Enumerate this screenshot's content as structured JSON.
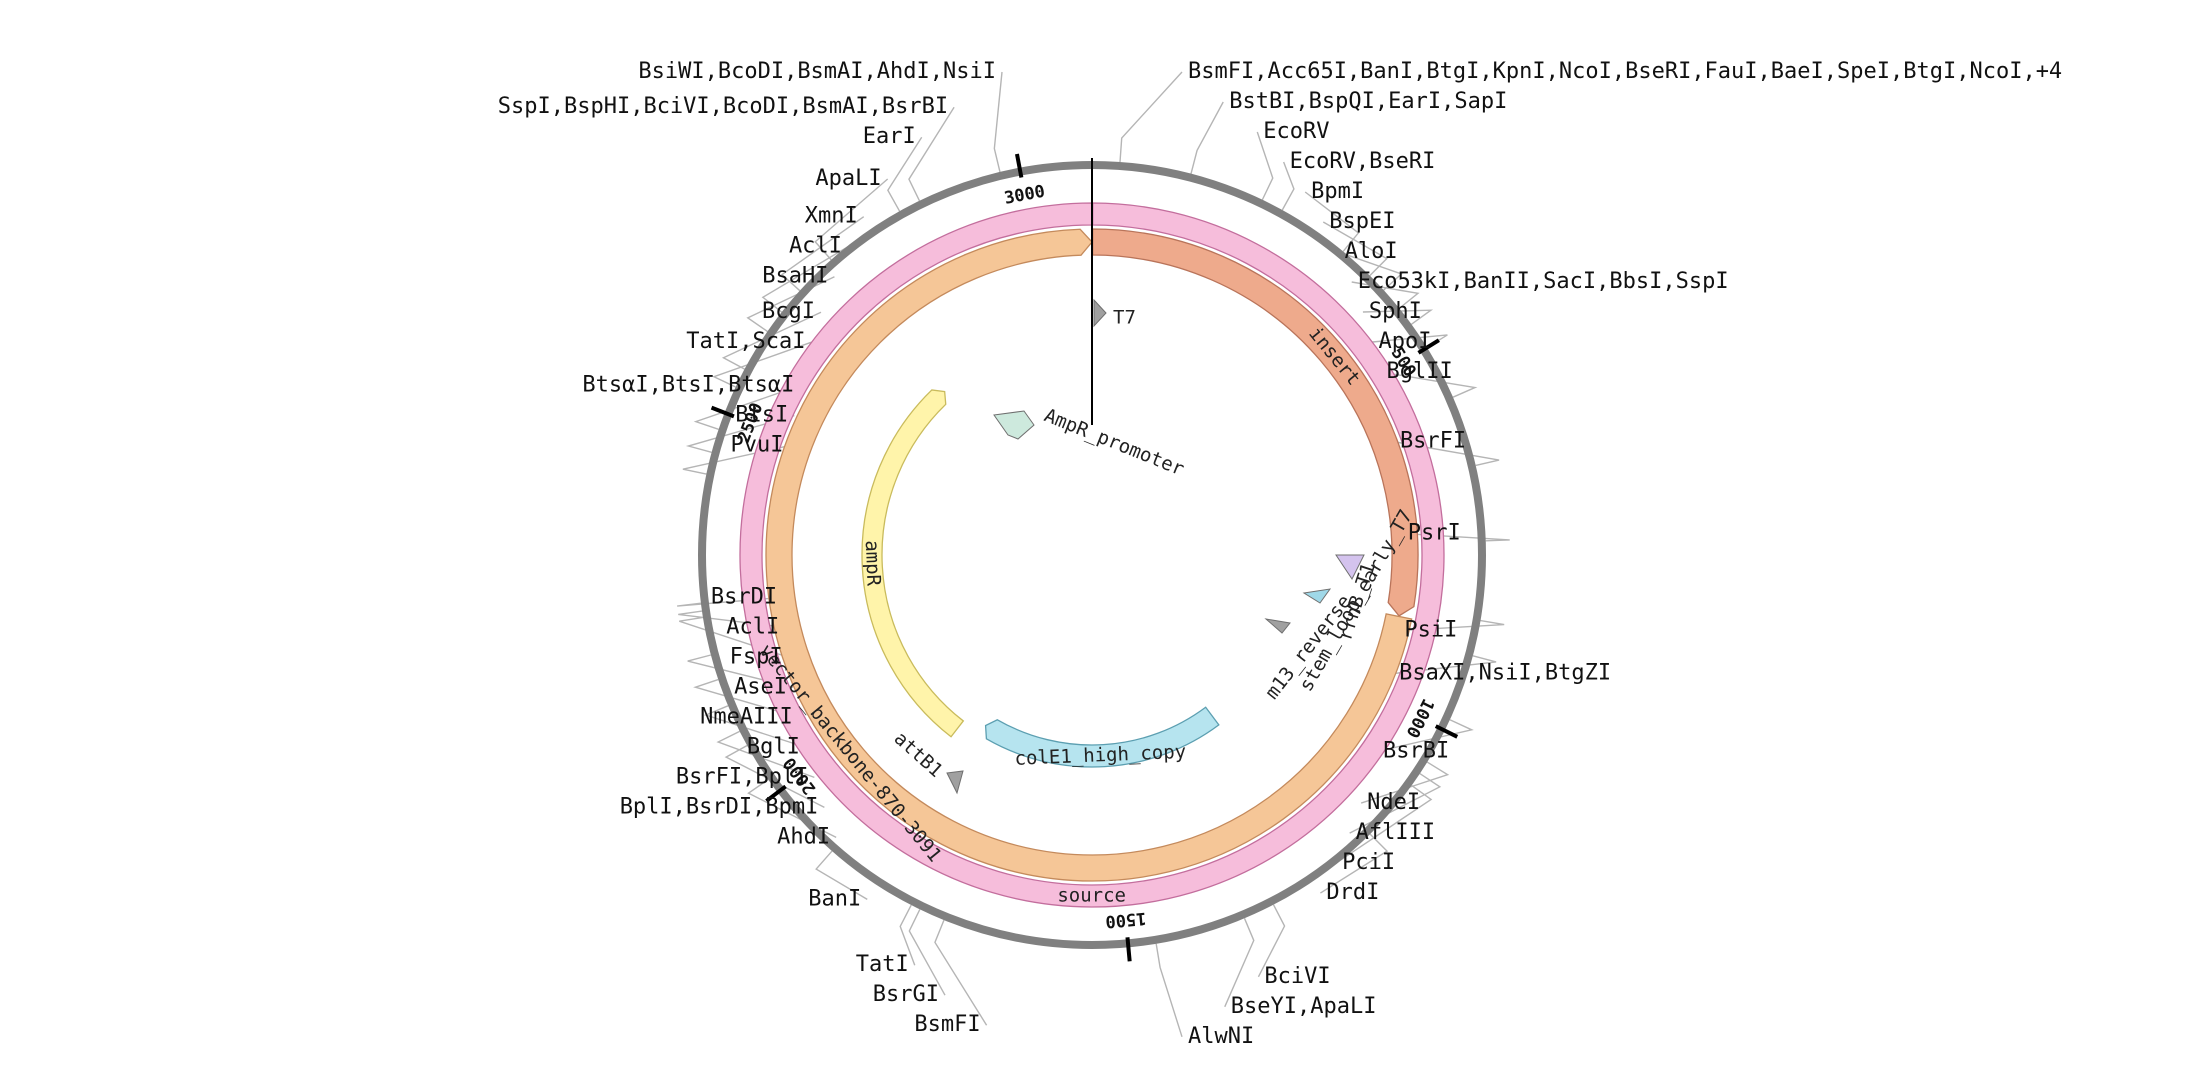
{
  "sequence_length": 3091,
  "colors": {
    "backbone_ring": "#808080",
    "source": "#f6bddb",
    "vector_backbone": "#f5c697",
    "insert": "#eeaa8c",
    "ampR": "#fff4aa",
    "colE1_high_copy": "#b6e4ef",
    "AmpR_promoter": "#cde9dd",
    "T7": "#a0a0a0",
    "rrnB_T1": "#d4c3ee",
    "stem_loop_early_T7": "#9fd8e8",
    "m13_reverse": "#a0a0a0",
    "attB1": "#a0a0a0",
    "leader_line": "#b5b5b5"
  },
  "ticks": [
    {
      "position": 500,
      "label": "500"
    },
    {
      "position": 1000,
      "label": "1000"
    },
    {
      "position": 1500,
      "label": "1500"
    },
    {
      "position": 2000,
      "label": "2000"
    },
    {
      "position": 2500,
      "label": "2500"
    },
    {
      "position": 3000,
      "label": "3000"
    }
  ],
  "features": [
    {
      "id": "source",
      "label": "source",
      "type": "arc",
      "track": "source",
      "start": 1,
      "end": 3091
    },
    {
      "id": "insert",
      "label": "insert",
      "type": "arc",
      "track": "inner",
      "start": 1,
      "end": 869,
      "arrow": "end"
    },
    {
      "id": "vector-backbone",
      "label": "vector_backbone-870-3091",
      "type": "arc",
      "track": "inner",
      "start": 870,
      "end": 3091,
      "arrow": "end"
    },
    {
      "id": "ampR",
      "label": "ampR",
      "type": "arc",
      "track": "third",
      "start": 1870,
      "end": 2730,
      "arrow": "end"
    },
    {
      "id": "colE1-high-copy",
      "label": "colE1_high_copy",
      "type": "arc",
      "track": "fourth",
      "start": 1230,
      "end": 1820,
      "arrow": "end"
    },
    {
      "id": "AmpR-promoter",
      "label": "AmpR_promoter",
      "type": "marker",
      "position": 2910
    },
    {
      "id": "T7",
      "label": "T7",
      "type": "marker",
      "position": 8
    },
    {
      "id": "rrnB-T1",
      "label": "rrnB_T1",
      "type": "marker",
      "position": 800
    },
    {
      "id": "stem-loop-early-T7",
      "label": "stem_loop_early_T7",
      "type": "marker",
      "position": 830
    },
    {
      "id": "m13-reverse",
      "label": "m13_reverse",
      "type": "marker",
      "position": 885
    },
    {
      "id": "attB1",
      "label": "attB1",
      "type": "marker",
      "position": 2010
    }
  ],
  "sites": [
    {
      "label": "BsmFI,Acc65I,BanI,BtgI,KpnI,NcoI,BseRI,FauI,BaeI,SpeI,BtgI,NcoI,+4",
      "position": 35
    },
    {
      "label": "BstBI,BspQI,EarI,SapI",
      "position": 125
    },
    {
      "label": "EcoRV",
      "position": 220
    },
    {
      "label": "EcoRV,BseRI",
      "position": 248
    },
    {
      "label": "BpmI",
      "position": 340
    },
    {
      "label": "BspEI",
      "position": 385
    },
    {
      "label": "AloI",
      "position": 410
    },
    {
      "label": "Eco53kI,BanII,SacI,BbsI,SspI",
      "position": 440
    },
    {
      "label": "SphI",
      "position": 465
    },
    {
      "label": "ApoI",
      "position": 500
    },
    {
      "label": "BglII",
      "position": 570
    },
    {
      "label": "BsrFI",
      "position": 660
    },
    {
      "label": "PsrI",
      "position": 755
    },
    {
      "label": "PsiI",
      "position": 855
    },
    {
      "label": "BsaXI,NsiI,BtgZI",
      "position": 900
    },
    {
      "label": "BsrBI",
      "position": 985
    },
    {
      "label": "NdeI",
      "position": 1045
    },
    {
      "label": "AflIII",
      "position": 1062
    },
    {
      "label": "PciI",
      "position": 1080
    },
    {
      "label": "DrdI",
      "position": 1160
    },
    {
      "label": "BciVI",
      "position": 1310
    },
    {
      "label": "BseYI,ApaLI",
      "position": 1350
    },
    {
      "label": "AlwNI",
      "position": 1465
    },
    {
      "label": "BsmFI",
      "position": 1735
    },
    {
      "label": "BsrGI",
      "position": 1768
    },
    {
      "label": "TatI",
      "position": 1780
    },
    {
      "label": "BanI",
      "position": 1900
    },
    {
      "label": "AhdI",
      "position": 2020
    },
    {
      "label": "BplI,BsrDI,BpmI",
      "position": 2070
    },
    {
      "label": "BsrFI,BplI",
      "position": 2090
    },
    {
      "label": "BglI",
      "position": 2125
    },
    {
      "label": "NmeAIII",
      "position": 2160
    },
    {
      "label": "AseI",
      "position": 2192
    },
    {
      "label": "FspI",
      "position": 2240
    },
    {
      "label": "AclI",
      "position": 2248
    },
    {
      "label": "BsrDI",
      "position": 2258
    },
    {
      "label": "PvuI",
      "position": 2420
    },
    {
      "label": "BtsI",
      "position": 2448
    },
    {
      "label": "BtsαI,BtsI,BtsαI",
      "position": 2478
    },
    {
      "label": "TatI,ScaI",
      "position": 2535
    },
    {
      "label": "BcgI",
      "position": 2560
    },
    {
      "label": "BsaHI",
      "position": 2615
    },
    {
      "label": "AclI",
      "position": 2645
    },
    {
      "label": "XmnI",
      "position": 2680
    },
    {
      "label": "ApaLI",
      "position": 2735
    },
    {
      "label": "EarI",
      "position": 2840
    },
    {
      "label": "SspI,BspHI,BciVI,BcoDI,BsmAI,BsrBI",
      "position": 2868
    },
    {
      "label": "BsiWI,BcoDI,BsmAI,AhdI,NsiI",
      "position": 2975
    }
  ]
}
